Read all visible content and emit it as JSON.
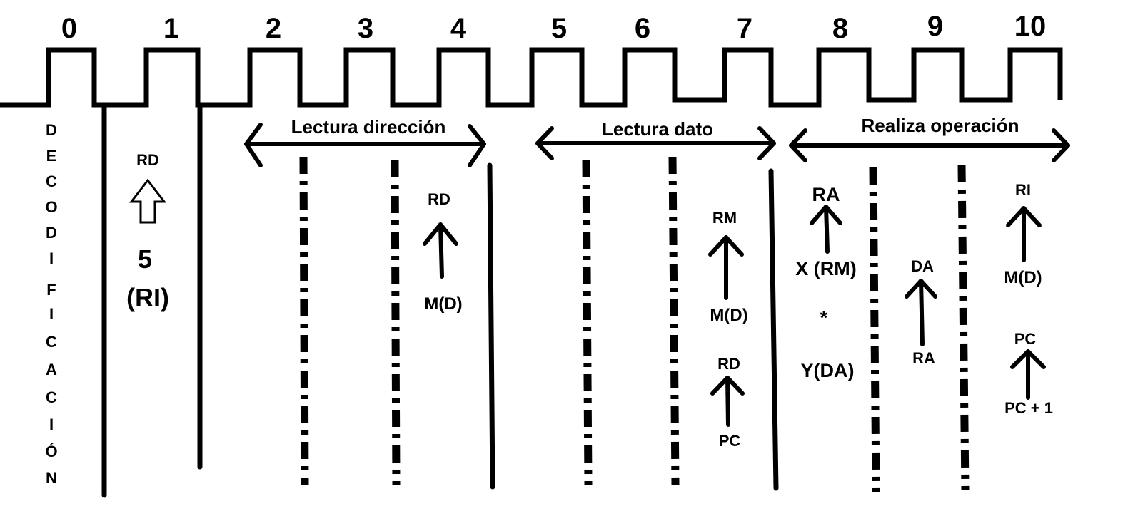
{
  "cycles": [
    "0",
    "1",
    "2",
    "3",
    "4",
    "5",
    "6",
    "7",
    "8",
    "9",
    "10"
  ],
  "vertical_label": [
    "D",
    "E",
    "C",
    "O",
    "D",
    "I",
    "F",
    "I",
    "C",
    "A",
    "C",
    "I",
    "Ó",
    "N"
  ],
  "phases": {
    "address_read": "Lectura dirección",
    "data_read": "Lectura dato",
    "operation": "Realiza operación"
  },
  "cycle1": {
    "dest": "RD",
    "value": "5",
    "source": "(RI)"
  },
  "cycle4": {
    "dest": "RD",
    "source": "M(D)"
  },
  "cycle7": {
    "first": {
      "dest": "RM",
      "source": "M(D)"
    },
    "second": {
      "dest": "RD",
      "source": "PC"
    }
  },
  "cycle8": {
    "dest": "RA",
    "operand1": "X (RM)",
    "operator": "*",
    "operand2": "Y(DA)"
  },
  "cycle9": {
    "dest": "DA",
    "source": "RA"
  },
  "cycle10": {
    "first": {
      "dest": "RI",
      "source": "M(D)"
    },
    "second": {
      "dest": "PC",
      "source": "PC + 1"
    }
  }
}
